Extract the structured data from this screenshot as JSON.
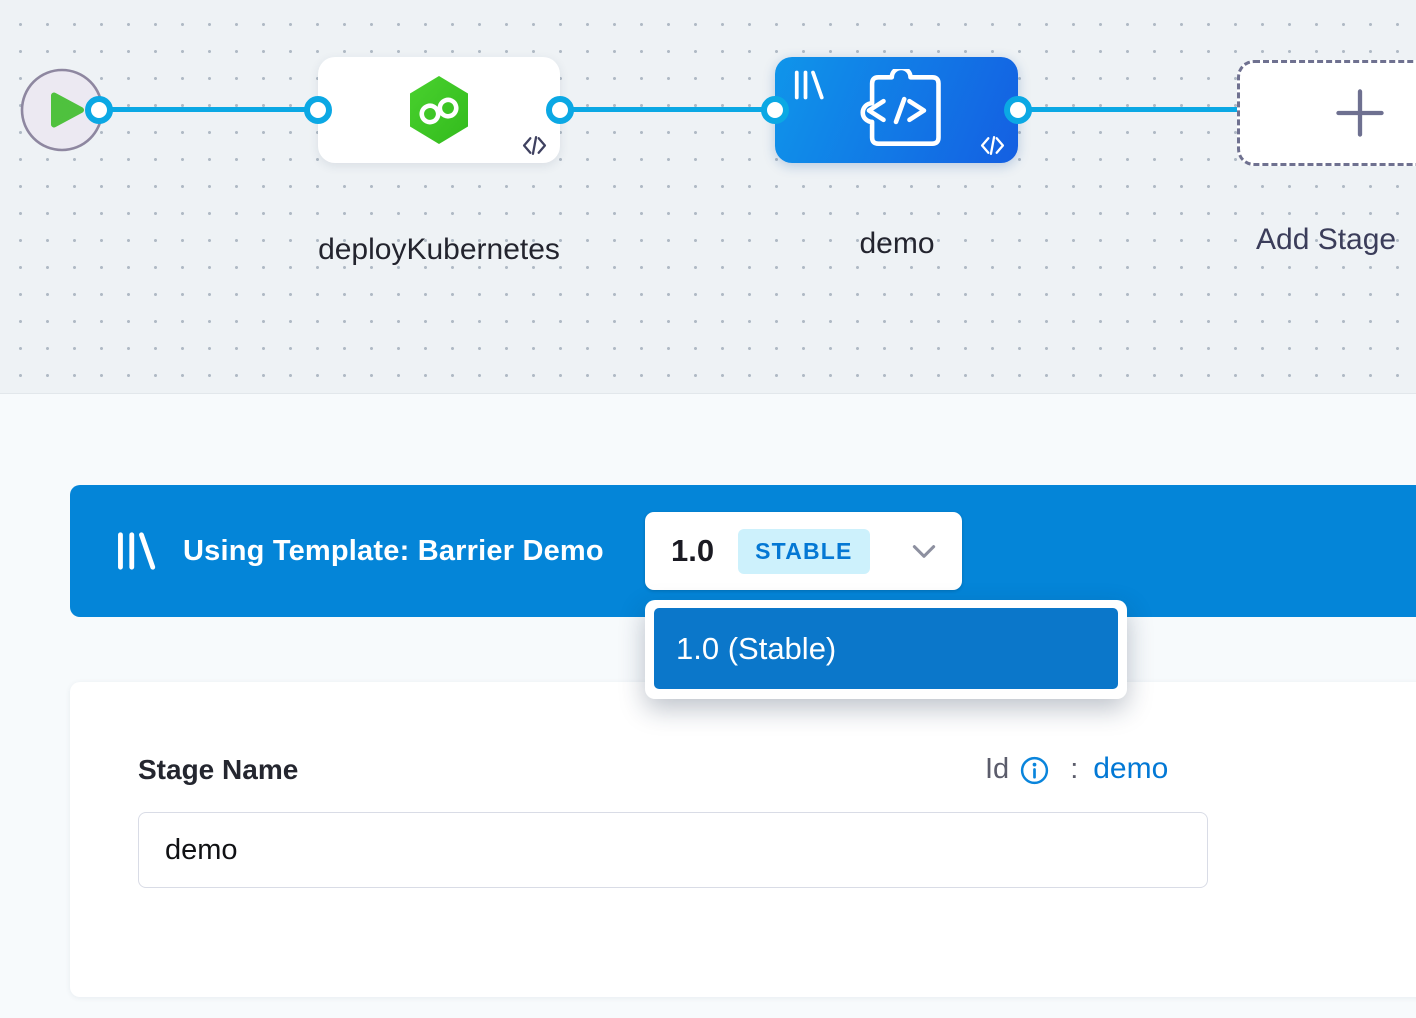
{
  "canvas": {
    "start_node": {
      "icon": "play-icon"
    },
    "nodes": [
      {
        "label": "deployKubernetes",
        "icon": "deploy-hexagon-icon",
        "code_icon": "code-icon"
      },
      {
        "label": "demo",
        "icon": "custom-stage-icon",
        "template_icon": "template-library-icon",
        "code_icon": "code-icon",
        "selected": true
      }
    ],
    "add_stage": {
      "label": "Add Stage",
      "icon": "plus-icon"
    }
  },
  "template_banner": {
    "icon": "template-library-icon",
    "text": "Using Template: Barrier Demo",
    "version_selector": {
      "version": "1.0",
      "badge": "STABLE",
      "icon": "chevron-down-icon"
    }
  },
  "version_dropdown": {
    "items": [
      {
        "label": "1.0 (Stable)",
        "selected": true
      }
    ]
  },
  "stage_form": {
    "stage_name_label": "Stage Name",
    "id_label": "Id",
    "id_info_icon": "info-icon",
    "id_separator": ":",
    "id_value": "demo",
    "stage_name_value": "demo"
  },
  "colors": {
    "banner_blue": "#0485d8",
    "dropdown_item_blue": "#0b77ca",
    "edge_blue": "#0ba8e4",
    "node_gradient_start": "#0f95ea",
    "node_gradient_end": "#145fe2",
    "hexagon_green": "#3fc52a",
    "badge_bg": "#cdf1fc",
    "badge_text": "#0478d4",
    "link_blue": "#0278d5"
  }
}
